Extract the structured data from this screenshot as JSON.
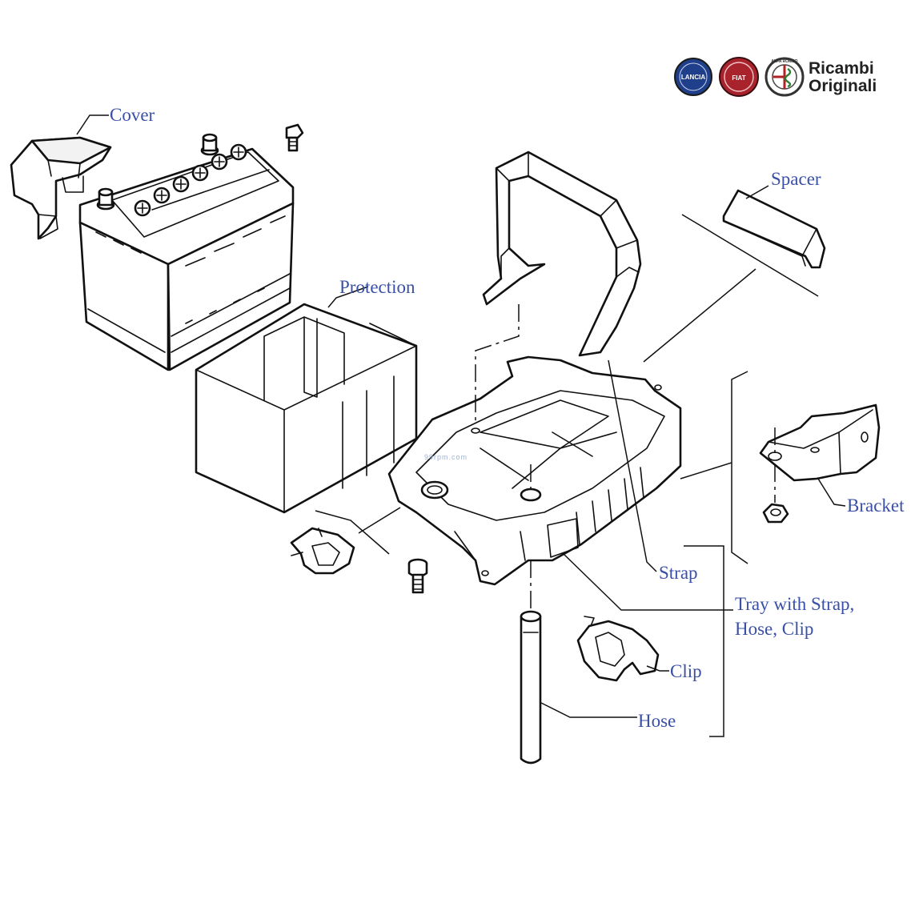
{
  "labels": {
    "cover": "Cover",
    "protection": "Protection",
    "spacer": "Spacer",
    "bracket": "Bracket",
    "strap": "Strap",
    "tray_line1": "Tray with Strap,",
    "tray_line2": "Hose, Clip",
    "clip": "Clip",
    "hose": "Hose"
  },
  "brand": {
    "line1": "Ricambi",
    "line2": "Originali",
    "badges": [
      "LANCIA",
      "FIAT",
      "ALFA ROMEO"
    ]
  },
  "watermark": "99rpm.com",
  "colors": {
    "label": "#3a4fa6",
    "line": "#111111",
    "lancia": "#1f3f8a",
    "fiat": "#a8232c",
    "alfa": "#4a4a4a"
  }
}
